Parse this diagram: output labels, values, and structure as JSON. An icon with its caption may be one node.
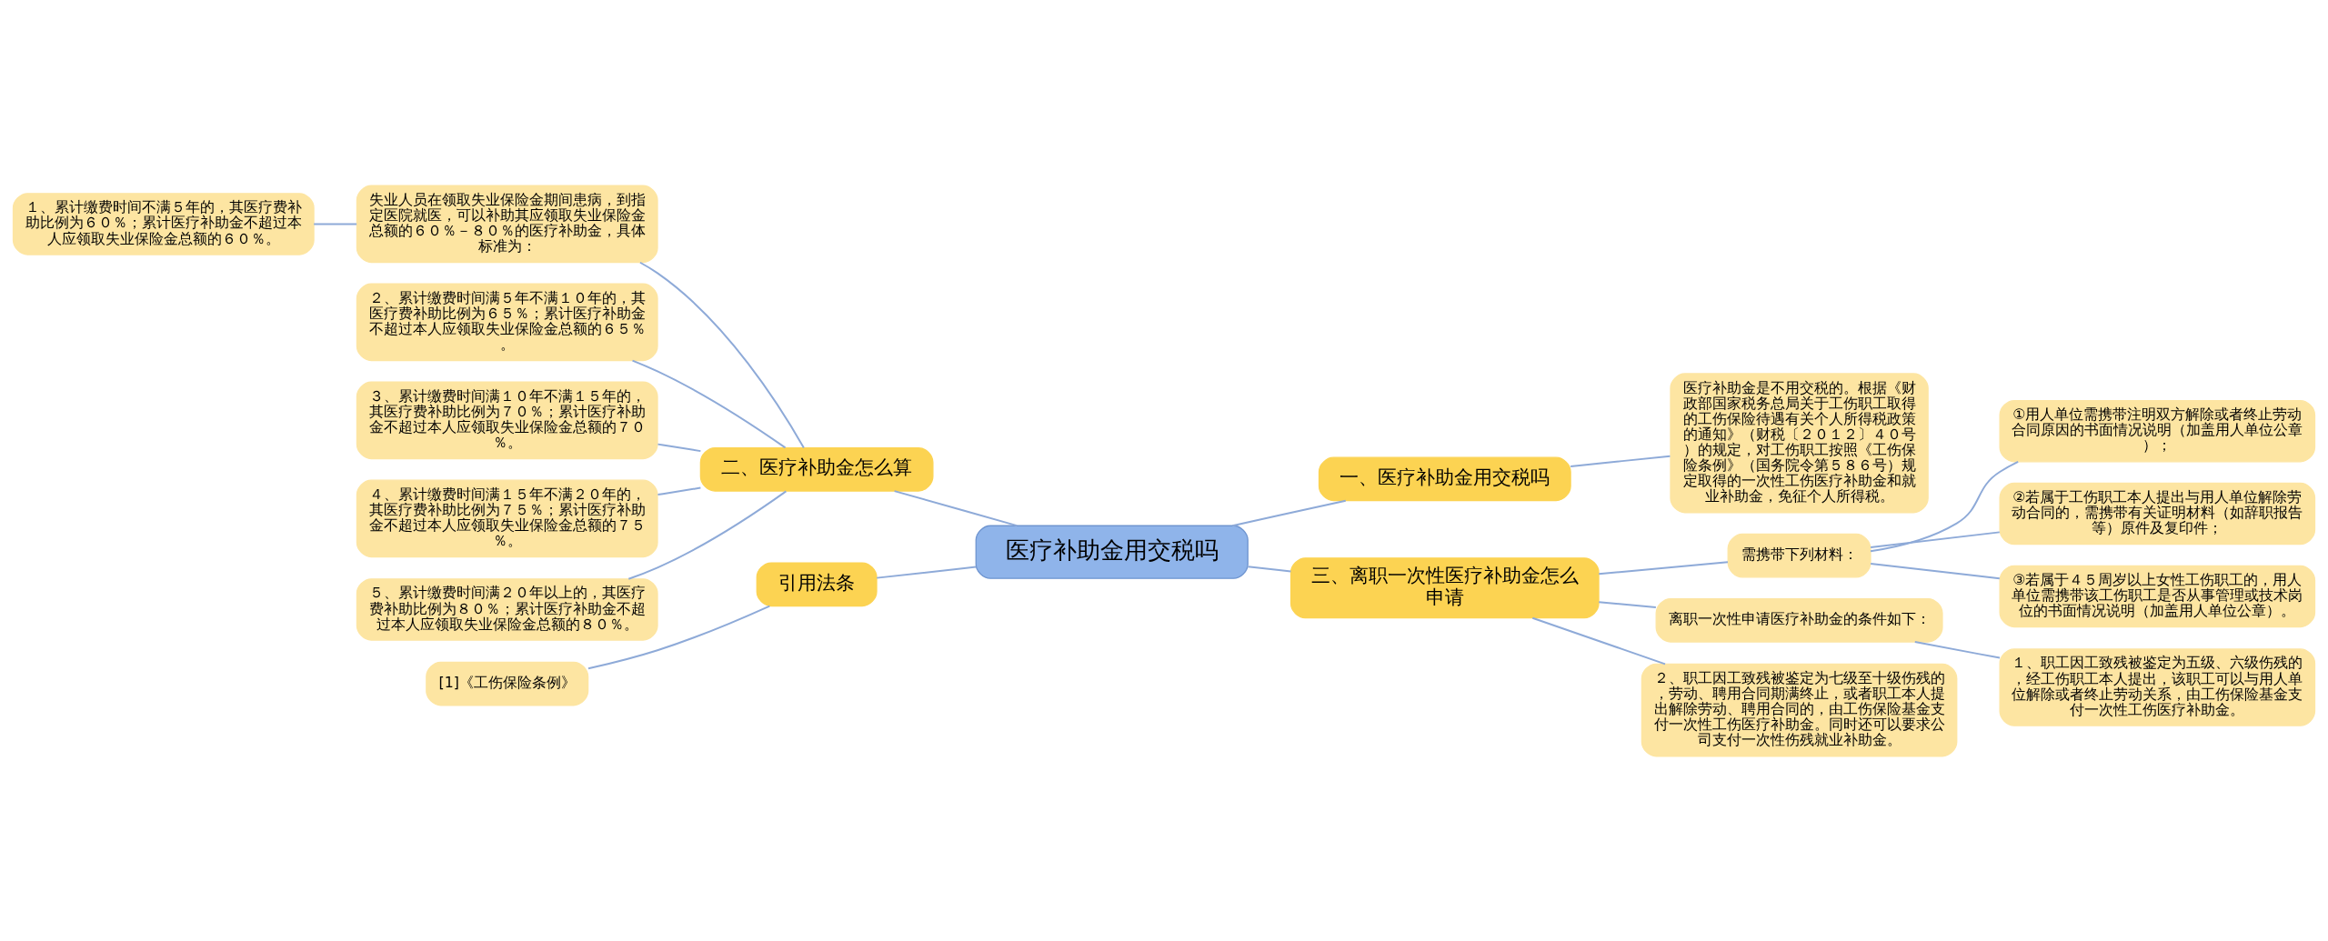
{
  "diagram": {
    "nodes": [
      {
        "text": [
          "医疗补助金用交税吗"
        ]
      },
      {
        "text": [
          "一、医疗补助金用交税吗"
        ]
      },
      {
        "text": [
          "医疗补助金是不用交税的。根据《财政部国家税务总局关于工伤职工取得的工伤保险待遇有关个人所得税政策的通知》（财税〔２０１２〕４０号）的规定，对工伤职工按照《工伤保险条例》（国务院令第５８６号）规定取得的一次性工伤医疗补助金和就业补助金，免征个人所得税。"
        ]
      },
      {
        "text": [
          "二、医疗补助金怎么算"
        ]
      },
      {
        "text": [
          "失业人员在领取失业保险金期间患病，到指定医院就医，可以补助其应领取失业保险金总额的６０％－８０％的医疗补助金，具体标准为："
        ]
      },
      {
        "text": [
          "１、累计缴费时间不满５年的，其医疗费补助比例为６０％；累计医疗补助金不超过本人应领取失业保险金总额的６０％。"
        ]
      },
      {
        "text": [
          "２、累计缴费时间满５年不满１０年的，其医疗费补助比例为６５％；累计医疗补助金不超过本人应领取失业保险金总额的６５％。"
        ]
      },
      {
        "text": [
          "３、累计缴费时间满１０年不满１５年的，其医疗费补助比例为７０％；累计医疗补助金不超过本人应领取失业保险金总额的７０％。"
        ]
      },
      {
        "text": [
          "４、累计缴费时间满１５年不满２０年的，其医疗费补助比例为７５％；累计医疗补助金不超过本人应领取失业保险金总额的７５％。"
        ]
      },
      {
        "text": [
          "５、累计缴费时间满２０年以上的，其医疗费补助比例为８０％；累计医疗补助金不超过本人应领取失业保险金总额的８０％。"
        ]
      },
      {
        "text": [
          "引用法条"
        ]
      },
      {
        "text": [
          "[1]《工伤保险条例》"
        ]
      },
      {
        "text": [
          "三、离职一次性医疗补助金怎么申请"
        ]
      },
      {
        "text": [
          "需携带下列材料："
        ]
      },
      {
        "text": [
          "①用人单位需携带注明双方解除或者终止劳动合同原因的书面情况说明（加盖用人单位公章）；"
        ]
      },
      {
        "text": [
          "②若属于工伤职工本人提出与用人单位解除劳动合同的，需携带有关证明材料（如辞职报告等）原件及复印件；"
        ]
      },
      {
        "text": [
          "③若属于４５周岁以上女性工伤职工的，用人单位需携带该工伤职工是否从事管理或技术岗位的书面情况说明（加盖用人单位公章）。"
        ]
      },
      {
        "text": [
          "离职一次性申请医疗补助金的条件如下："
        ]
      },
      {
        "text": [
          "１、职工因工致残被鉴定为五级、六级伤残的，经工伤职工本人提出，该职工可以与用人单位解除或者终止劳动关系，由工伤保险基金支付一次性工伤医疗补助金。"
        ]
      },
      {
        "text": [
          "２、职工因工致残被鉴定为七级至十级伤残的，劳动、聘用合同期满终止，或者职工本人提出解除劳动、聘用合同的，由工伤保险基金支付一次性工伤医疗补助金。同时还可以要求公司支付一次性伤残就业补助金。"
        ]
      }
    ],
    "edges": [
      {
        "from": 0,
        "to": 1,
        "arrow": "none"
      },
      {
        "from": 1,
        "to": 2,
        "arrow": "none"
      },
      {
        "from": 0,
        "to": 3,
        "arrow": "none"
      },
      {
        "from": 3,
        "to": 4,
        "arrow": "none"
      },
      {
        "from": 4,
        "to": 5,
        "arrow": "none"
      },
      {
        "from": 3,
        "to": 6,
        "arrow": "none"
      },
      {
        "from": 3,
        "to": 7,
        "arrow": "none"
      },
      {
        "from": 3,
        "to": 8,
        "arrow": "none"
      },
      {
        "from": 3,
        "to": 9,
        "arrow": "none"
      },
      {
        "from": 0,
        "to": 10,
        "arrow": "none"
      },
      {
        "from": 10,
        "to": 11,
        "arrow": "none"
      },
      {
        "from": 0,
        "to": 12,
        "arrow": "none"
      },
      {
        "from": 12,
        "to": 13,
        "arrow": "none"
      },
      {
        "from": 13,
        "to": 14,
        "arrow": "none"
      },
      {
        "from": 13,
        "to": 15,
        "arrow": "none"
      },
      {
        "from": 13,
        "to": 16,
        "arrow": "none"
      },
      {
        "from": 12,
        "to": 17,
        "arrow": "none"
      },
      {
        "from": 17,
        "to": 18,
        "arrow": "none"
      },
      {
        "from": 12,
        "to": 19,
        "arrow": "none"
      }
    ]
  }
}
